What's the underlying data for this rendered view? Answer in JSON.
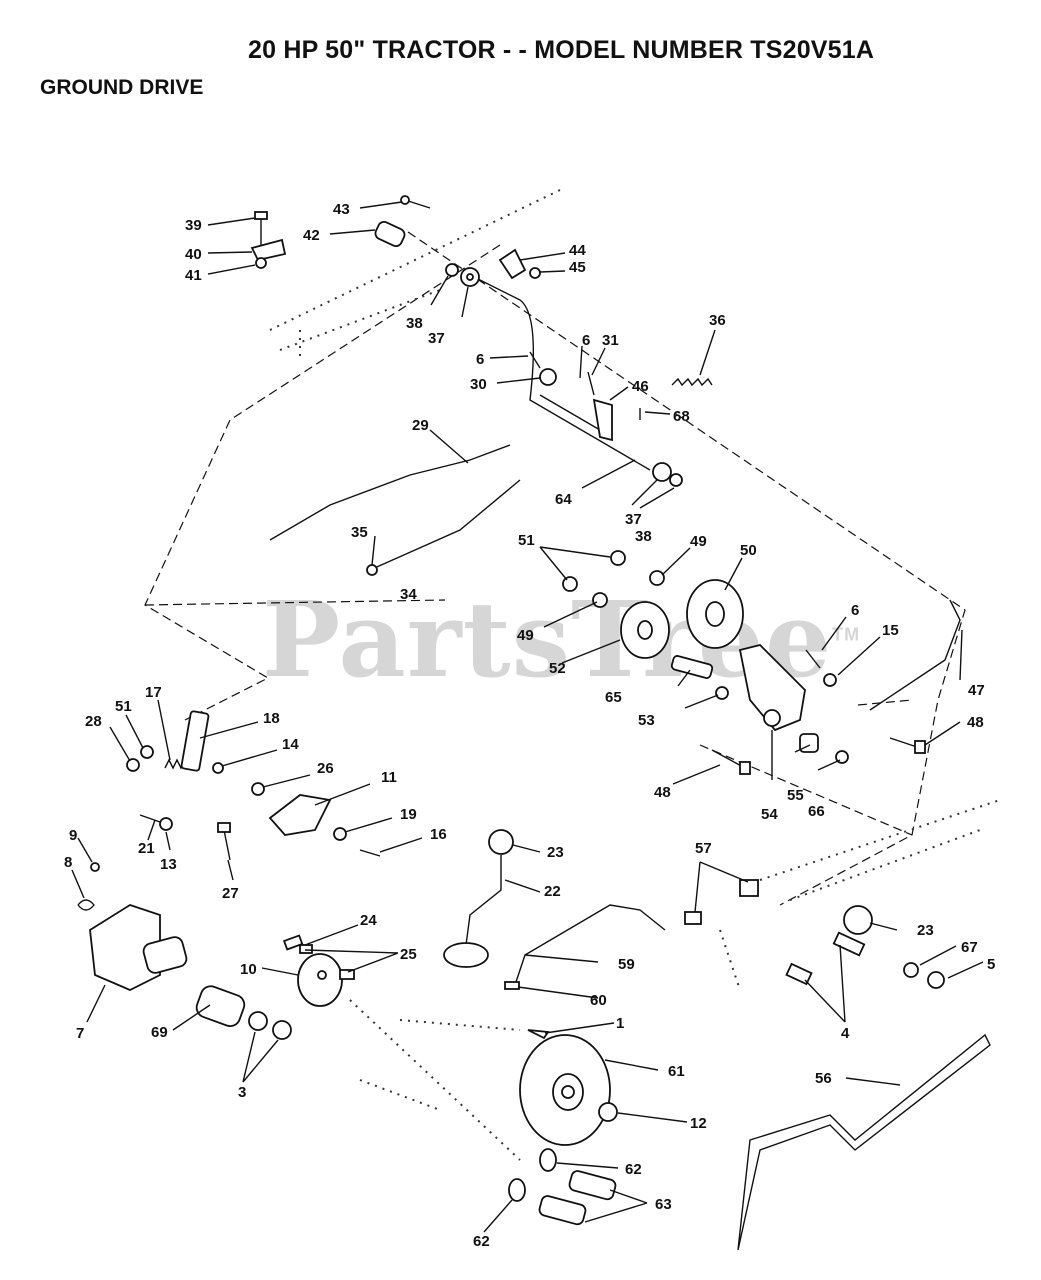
{
  "header": {
    "title": "20 HP 50\" TRACTOR - - MODEL NUMBER TS20V51A",
    "subtitle": "GROUND DRIVE"
  },
  "watermark": {
    "text": "PartsTree",
    "tm": "TM"
  },
  "labels": [
    {
      "id": "43",
      "text": "43"
    },
    {
      "id": "39",
      "text": "39"
    },
    {
      "id": "42",
      "text": "42"
    },
    {
      "id": "40",
      "text": "40"
    },
    {
      "id": "41",
      "text": "41"
    },
    {
      "id": "44",
      "text": "44"
    },
    {
      "id": "45",
      "text": "45"
    },
    {
      "id": "38a",
      "text": "38"
    },
    {
      "id": "37a",
      "text": "37"
    },
    {
      "id": "36",
      "text": "36"
    },
    {
      "id": "6a",
      "text": "6"
    },
    {
      "id": "6b",
      "text": "6"
    },
    {
      "id": "31",
      "text": "31"
    },
    {
      "id": "30",
      "text": "30"
    },
    {
      "id": "46",
      "text": "46"
    },
    {
      "id": "68",
      "text": "68"
    },
    {
      "id": "29",
      "text": "29"
    },
    {
      "id": "64",
      "text": "64"
    },
    {
      "id": "37b",
      "text": "37"
    },
    {
      "id": "38b",
      "text": "38"
    },
    {
      "id": "35",
      "text": "35"
    },
    {
      "id": "34",
      "text": "34"
    },
    {
      "id": "51a",
      "text": "51"
    },
    {
      "id": "49a",
      "text": "49"
    },
    {
      "id": "50",
      "text": "50"
    },
    {
      "id": "49b",
      "text": "49"
    },
    {
      "id": "6c",
      "text": "6"
    },
    {
      "id": "15",
      "text": "15"
    },
    {
      "id": "52",
      "text": "52"
    },
    {
      "id": "47",
      "text": "47"
    },
    {
      "id": "65",
      "text": "65"
    },
    {
      "id": "53",
      "text": "53"
    },
    {
      "id": "48a",
      "text": "48"
    },
    {
      "id": "17",
      "text": "17"
    },
    {
      "id": "51b",
      "text": "51"
    },
    {
      "id": "28",
      "text": "28"
    },
    {
      "id": "18",
      "text": "18"
    },
    {
      "id": "14",
      "text": "14"
    },
    {
      "id": "26",
      "text": "26"
    },
    {
      "id": "11",
      "text": "11"
    },
    {
      "id": "48b",
      "text": "48"
    },
    {
      "id": "55",
      "text": "55"
    },
    {
      "id": "66",
      "text": "66"
    },
    {
      "id": "54",
      "text": "54"
    },
    {
      "id": "9",
      "text": "9"
    },
    {
      "id": "21",
      "text": "21"
    },
    {
      "id": "13",
      "text": "13"
    },
    {
      "id": "19",
      "text": "19"
    },
    {
      "id": "16",
      "text": "16"
    },
    {
      "id": "23a",
      "text": "23"
    },
    {
      "id": "57",
      "text": "57"
    },
    {
      "id": "8",
      "text": "8"
    },
    {
      "id": "27",
      "text": "27"
    },
    {
      "id": "22",
      "text": "22"
    },
    {
      "id": "24",
      "text": "24"
    },
    {
      "id": "23b",
      "text": "23"
    },
    {
      "id": "67",
      "text": "67"
    },
    {
      "id": "25",
      "text": "25"
    },
    {
      "id": "5",
      "text": "5"
    },
    {
      "id": "10",
      "text": "10"
    },
    {
      "id": "59",
      "text": "59"
    },
    {
      "id": "60",
      "text": "60"
    },
    {
      "id": "4",
      "text": "4"
    },
    {
      "id": "7",
      "text": "7"
    },
    {
      "id": "69",
      "text": "69"
    },
    {
      "id": "1",
      "text": "1"
    },
    {
      "id": "3",
      "text": "3"
    },
    {
      "id": "61",
      "text": "61"
    },
    {
      "id": "56",
      "text": "56"
    },
    {
      "id": "12",
      "text": "12"
    },
    {
      "id": "62a",
      "text": "62"
    },
    {
      "id": "63",
      "text": "63"
    },
    {
      "id": "62b",
      "text": "62"
    }
  ]
}
